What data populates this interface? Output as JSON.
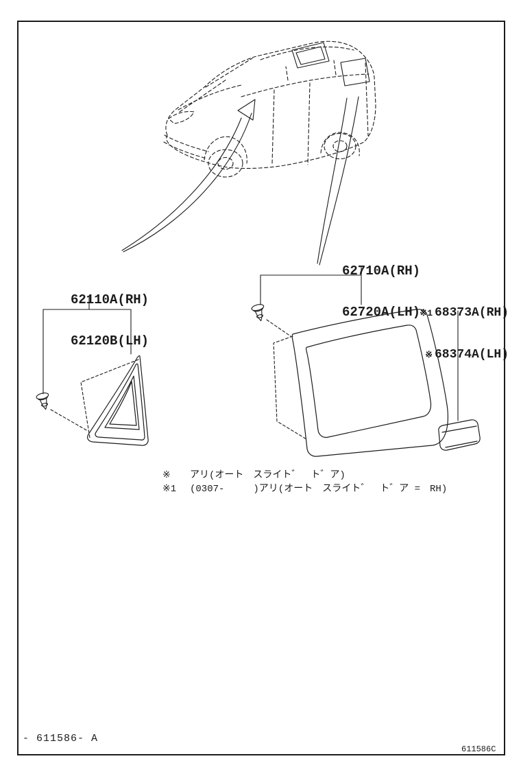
{
  "page": {
    "background_color": "#ffffff",
    "ink_color": "#1b1b1b",
    "footer_left": "- 611586- A",
    "footer_right": "611586C"
  },
  "labels": {
    "front_quarter_window": {
      "rh": "62110A(RH)",
      "lh": "62120B(LH)"
    },
    "rear_quarter_window": {
      "rh": "62710A(RH)",
      "lh": "62720A(LH)"
    },
    "quarter_window_garnish": {
      "rh_marker": "※1",
      "rh": "68373A(RH)",
      "lh_marker": "※",
      "lh": "68374A(LH)"
    }
  },
  "notes": [
    {
      "marker": "※",
      "text": "アリ(オート　スライト゛　ト゛ア)"
    },
    {
      "marker": "※1",
      "text": "(0307-　　　)アリ(オート　スライト゛　ト゛ア =　RH)"
    }
  ],
  "icons": {
    "fastener_clip": "trim-clip-fastener"
  }
}
